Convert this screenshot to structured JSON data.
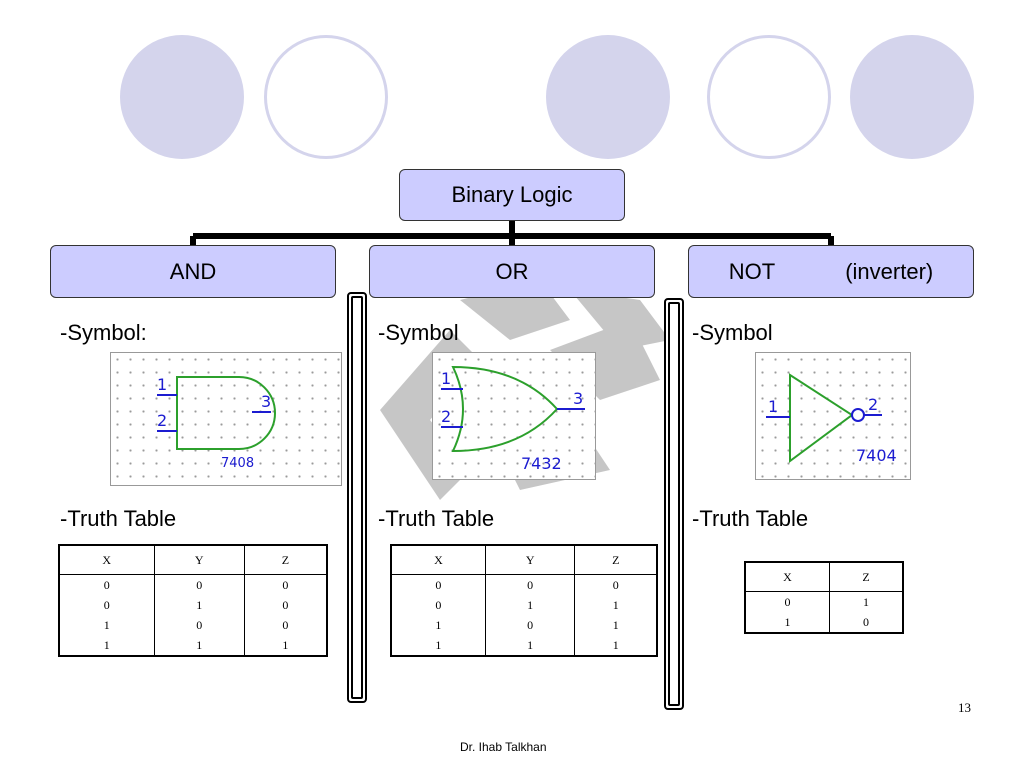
{
  "colors": {
    "box_fill": "#ccccff",
    "circle": "#d4d4ec",
    "gate_line": "#2ca02c",
    "gate_text": "#1c1cd0"
  },
  "root": {
    "label": "Binary Logic"
  },
  "and": {
    "label": "AND",
    "symbol_label": "-Symbol:",
    "truth_label": "-Truth Table",
    "chip": "7408",
    "pins": {
      "in1": "1",
      "in2": "2",
      "out": "3"
    },
    "table": {
      "headers": [
        "X",
        "Y",
        "Z"
      ],
      "rows": [
        [
          "0",
          "0",
          "0"
        ],
        [
          "0",
          "1",
          "0"
        ],
        [
          "1",
          "0",
          "0"
        ],
        [
          "1",
          "1",
          "1"
        ]
      ]
    }
  },
  "or": {
    "label": "OR",
    "symbol_label": "-Symbol",
    "truth_label": "-Truth Table",
    "chip": "7432",
    "pins": {
      "in1": "1",
      "in2": "2",
      "out": "3"
    },
    "table": {
      "headers": [
        "X",
        "Y",
        "Z"
      ],
      "rows": [
        [
          "0",
          "0",
          "0"
        ],
        [
          "0",
          "1",
          "1"
        ],
        [
          "1",
          "0",
          "1"
        ],
        [
          "1",
          "1",
          "1"
        ]
      ]
    }
  },
  "not": {
    "label": "NOT",
    "label_note": "(inverter)",
    "symbol_label": "-Symbol",
    "truth_label": "-Truth Table",
    "chip": "7404",
    "pins": {
      "in": "1",
      "out": "2"
    },
    "table": {
      "headers": [
        "X",
        "Z"
      ],
      "rows": [
        [
          "0",
          "1"
        ],
        [
          "1",
          "0"
        ]
      ]
    }
  },
  "page_number": "13",
  "footer": "Dr. Ihab Talkhan"
}
